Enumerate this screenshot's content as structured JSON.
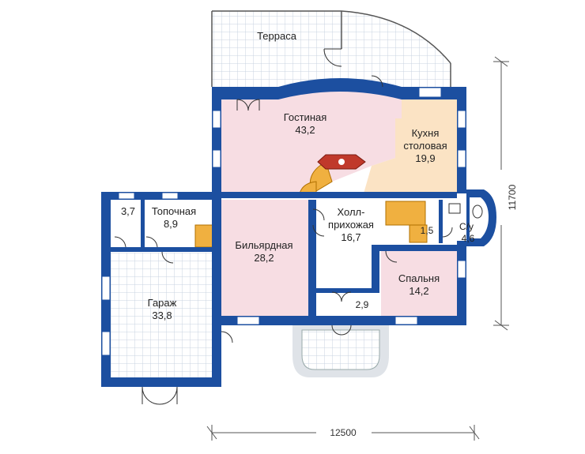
{
  "rooms": {
    "terrace": {
      "name": "Терраса"
    },
    "living": {
      "name": "Гостиная",
      "area": "43,2"
    },
    "kitchen": {
      "name_line1": "Кухня",
      "name_line2": "столовая",
      "area": "19,9"
    },
    "hall": {
      "name_line1": "Холл-",
      "name_line2": "прихожая",
      "area": "16,7"
    },
    "boiler": {
      "name": "Топочная",
      "area": "8,9"
    },
    "storage": {
      "area": "3,7"
    },
    "billiard": {
      "name": "Бильярдная",
      "area": "28,2"
    },
    "garage": {
      "name": "Гараж",
      "area": "33,8"
    },
    "bedroom": {
      "name": "Спальня",
      "area": "14,2"
    },
    "bath": {
      "name": "С/у",
      "area": "4,6"
    },
    "closet": {
      "area": "1,5"
    },
    "vestibule": {
      "area": "2,9"
    }
  },
  "dimensions": {
    "width": "12500",
    "height": "11700"
  },
  "colors": {
    "wall": "#1c4fa0",
    "living": "#f7dde3",
    "kitchen": "#fbe3c4",
    "stair": "#f0b040",
    "grid_line": "#c9d3e0",
    "fireplace": "#c0392b"
  }
}
